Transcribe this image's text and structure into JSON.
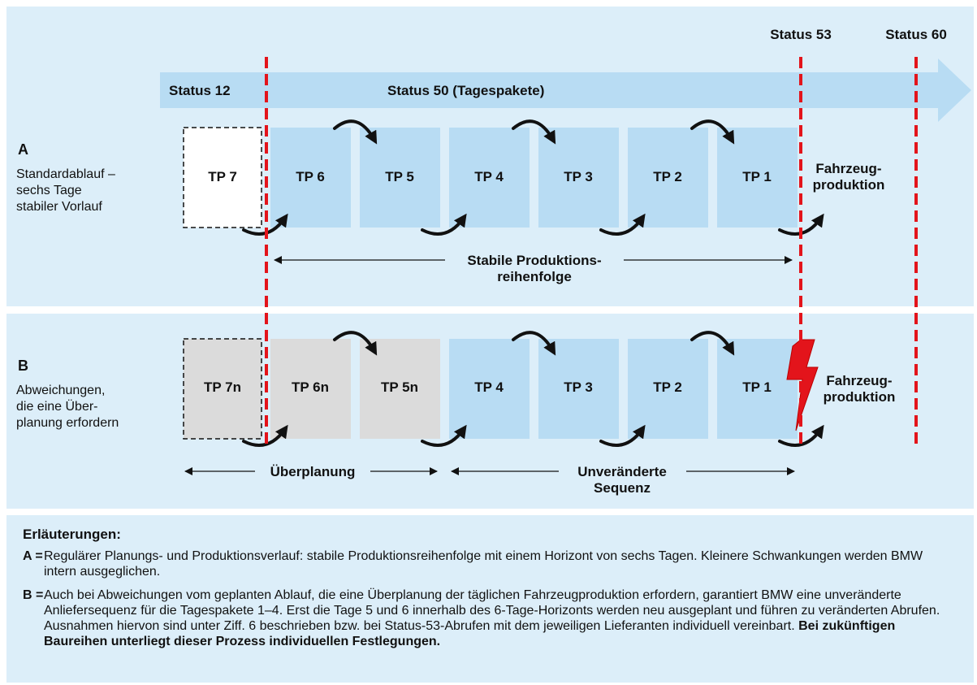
{
  "colors": {
    "panel_bg": "#dceef9",
    "box_blue": "#b8dcf3",
    "box_gray": "#dbdbdb",
    "divider_red": "#e3141b",
    "flash_red": "#e3141b",
    "arrow": "#111111"
  },
  "header": {
    "status_53": "Status 53",
    "status_60": "Status 60",
    "status_12": "Status 12",
    "status_50": "Status 50 (Tagespakete)"
  },
  "section_a": {
    "letter": "A",
    "desc": [
      "Standardablauf –",
      "sechs Tage",
      "stabiler Vorlauf"
    ],
    "boxes": [
      "TP 7",
      "TP 6",
      "TP 5",
      "TP 4",
      "TP 3",
      "TP 2",
      "TP 1"
    ],
    "production": [
      "Fahrzeug-",
      "produktion"
    ],
    "span_label": [
      "Stabile Produktions-",
      "reihenfolge"
    ]
  },
  "section_b": {
    "letter": "B",
    "desc": [
      "Abweichungen,",
      "die eine Über-",
      "planung erfordern"
    ],
    "boxes": [
      "TP 7n",
      "TP 6n",
      "TP 5n",
      "TP 4",
      "TP 3",
      "TP 2",
      "TP 1"
    ],
    "production": [
      "Fahrzeug-",
      "produktion"
    ],
    "span_left_label": "Überplanung",
    "span_right_label": [
      "Unveränderte",
      "Sequenz"
    ]
  },
  "legend": {
    "title": "Erläuterungen:",
    "items": [
      {
        "key": "A =",
        "text": "Regulärer Planungs- und Produktionsverlauf: stabile Produktionsreihenfolge mit einem Horizont von sechs Tagen. Kleinere Schwankungen werden BMW intern ausgeglichen.",
        "bold": ""
      },
      {
        "key": "B =",
        "text": "Auch bei Abweichungen vom geplanten Ablauf, die eine Überplanung der täglichen Fahrzeugproduktion erfordern, garantiert BMW eine unveränderte Anliefersequenz für die Tagespakete 1–4. Erst die Tage 5 und 6 innerhalb des 6-Tage-Horizonts werden neu ausgeplant und führen zu veränderten Abrufen. Ausnahmen hiervon sind unter Ziff. 6 beschrieben bzw. bei Status-53-Abrufen mit dem jeweiligen Lieferanten individuell vereinbart.",
        "bold": "Bei zukünftigen Baureihen unterliegt dieser Prozess individuellen Festlegungen."
      }
    ]
  }
}
